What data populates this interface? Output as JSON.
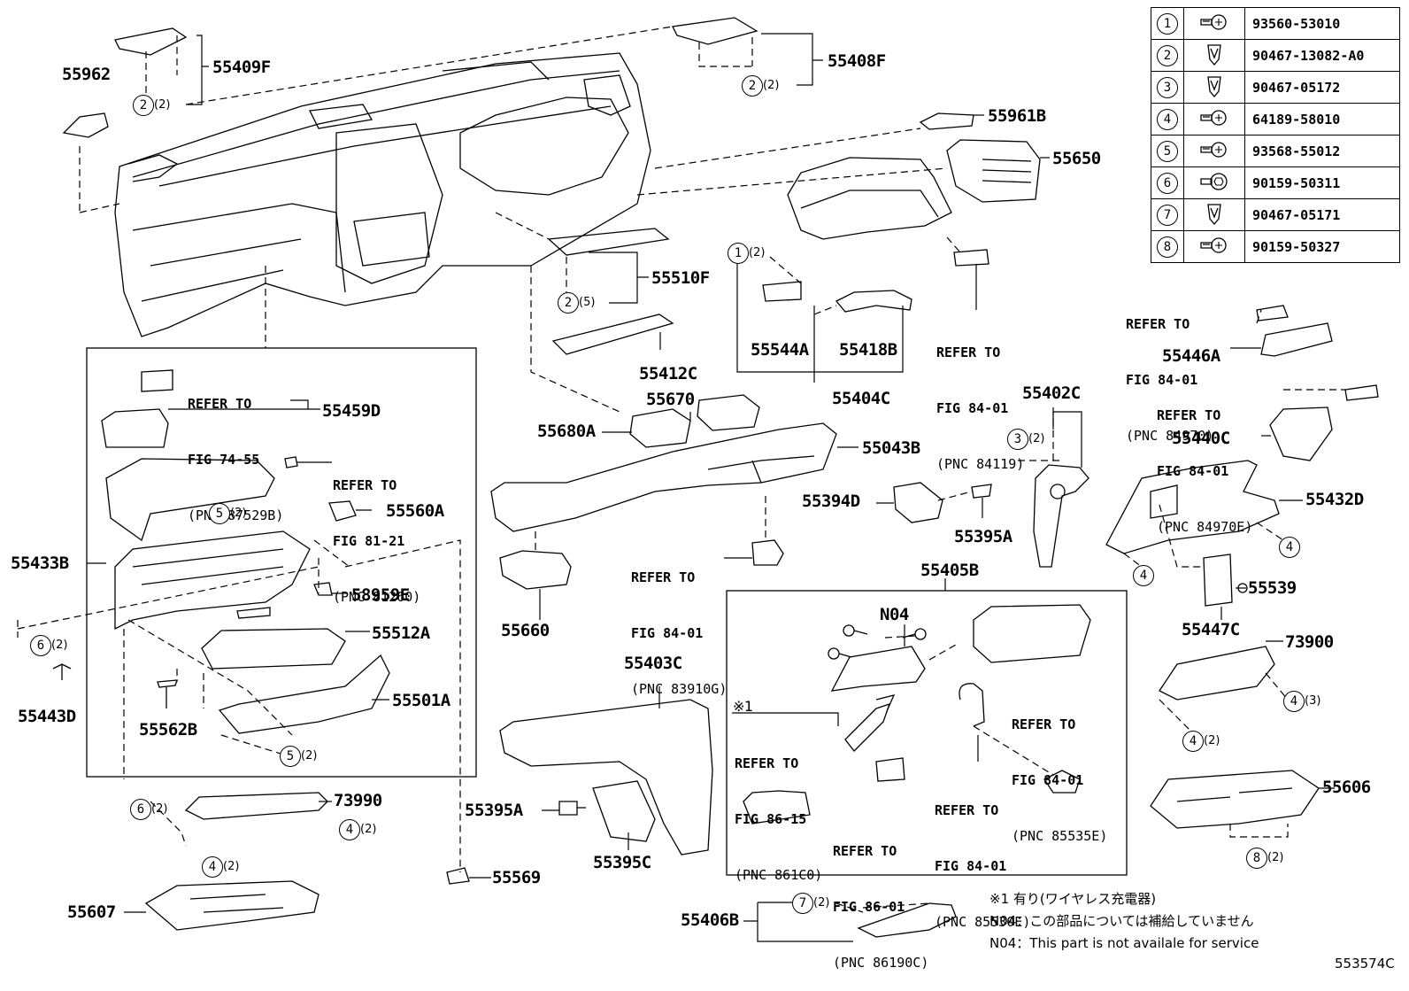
{
  "fastener_table": [
    {
      "num": "1",
      "icon": "bolt-icon",
      "part": "93560-53010"
    },
    {
      "num": "2",
      "icon": "clip-icon",
      "part": "90467-13082-A0"
    },
    {
      "num": "3",
      "icon": "clip-icon",
      "part": "90467-05172"
    },
    {
      "num": "4",
      "icon": "bolt-icon",
      "part": "64189-58010"
    },
    {
      "num": "5",
      "icon": "bolt-icon",
      "part": "93568-55012"
    },
    {
      "num": "6",
      "icon": "flange-screw-icon",
      "part": "90159-50311"
    },
    {
      "num": "7",
      "icon": "clip-icon",
      "part": "90467-05171"
    },
    {
      "num": "8",
      "icon": "bolt-icon",
      "part": "90159-50327"
    }
  ],
  "labels": {
    "p55962": "55962",
    "p55409F": "55409F",
    "p55408F": "55408F",
    "p55961B": "55961B",
    "p55650": "55650",
    "p55510F": "55510F",
    "p55544A": "55544A",
    "p55418B": "55418B",
    "p55404C": "55404C",
    "p55446A": "55446A",
    "p55412C": "55412C",
    "p55670": "55670",
    "p55680A": "55680A",
    "p55043B": "55043B",
    "p55402C": "55402C",
    "p55440C": "55440C",
    "p55459D": "55459D",
    "p55560A": "55560A",
    "p55433B": "55433B",
    "p58959E": "58959E",
    "p55512A": "55512A",
    "p55501A": "55501A",
    "p55443D": "55443D",
    "p55562B": "55562B",
    "p55394D": "55394D",
    "p55395A_a": "55395A",
    "p55432D": "55432D",
    "p55405B": "55405B",
    "p55539": "55539",
    "p55447C": "55447C",
    "p55660": "55660",
    "p73900": "73900",
    "p55403C": "55403C",
    "pN04": "N04",
    "p73990": "73990",
    "p55606": "55606",
    "p55395A_b": "55395A",
    "p55395C": "55395C",
    "p55569": "55569",
    "p55607": "55607",
    "p55406B": "55406B"
  },
  "refs": {
    "r74_55": {
      "l1": "REFER TO",
      "l2": "FIG 74-55",
      "l3": "(PNC 87529B)"
    },
    "r81_21": {
      "l1": "REFER TO",
      "l2": "FIG 81-21",
      "l3": "(PNC 81260)"
    },
    "r84_01a": {
      "l1": "REFER TO",
      "l2": "FIG 84-01",
      "l3": "(PNC 84970)"
    },
    "r84_01b": {
      "l1": "REFER TO",
      "l2": "FIG 84-01",
      "l3": "(PNC 84119)"
    },
    "r84_01c": {
      "l1": "REFER TO",
      "l2": "FIG 84-01",
      "l3": "(PNC 84970E)"
    },
    "r84_01d": {
      "l1": "REFER TO",
      "l2": "FIG 84-01",
      "l3": "(PNC 83910G)"
    },
    "r84_01e": {
      "l1": "REFER TO",
      "l2": "FIG 84-01",
      "l3": "(PNC 85535E)"
    },
    "r84_01f": {
      "l1": "REFER TO",
      "l2": "FIG 84-01",
      "l3": "(PNC 85530E)"
    },
    "r86_15": {
      "l1": "REFER TO",
      "l2": "FIG 86-15",
      "l3": "(PNC 861C0)"
    },
    "r86_01": {
      "l1": "REFER TO",
      "l2": "FIG 86-01",
      "l3": "(PNC 86190C)"
    }
  },
  "callouts": {
    "c1": {
      "n": "2",
      "q": "(2)"
    },
    "c2": {
      "n": "2",
      "q": "(2)"
    },
    "c3": {
      "n": "1",
      "q": "(2)"
    },
    "c4": {
      "n": "2",
      "q": "(5)"
    },
    "c5": {
      "n": "3",
      "q": "(2)"
    },
    "c6": {
      "n": "5",
      "q": "(2)"
    },
    "c7": {
      "n": "6",
      "q": "(2)"
    },
    "c8": {
      "n": "5",
      "q": "(2)"
    },
    "c9": {
      "n": "6",
      "q": "(2)"
    },
    "c10": {
      "n": "4",
      "q": "(2)"
    },
    "c11": {
      "n": "4",
      "q": "(2)"
    },
    "c12": {
      "n": "4",
      "q": "(3)"
    },
    "c13": {
      "n": "4",
      "q": "(2)"
    },
    "c14": {
      "n": "8",
      "q": "(2)"
    },
    "c15": {
      "n": "7",
      "q": "(2)"
    },
    "c16": {
      "n": "4",
      "q": ""
    },
    "c17": {
      "n": "4",
      "q": ""
    }
  },
  "footnote_mark": "※1",
  "notes": {
    "n1": "※1 有り(ワイヤレス充電器)",
    "n2": "N04：この部品については補給していません",
    "n3": "N04：This part is not availale for service"
  },
  "figure_id": "553574C"
}
